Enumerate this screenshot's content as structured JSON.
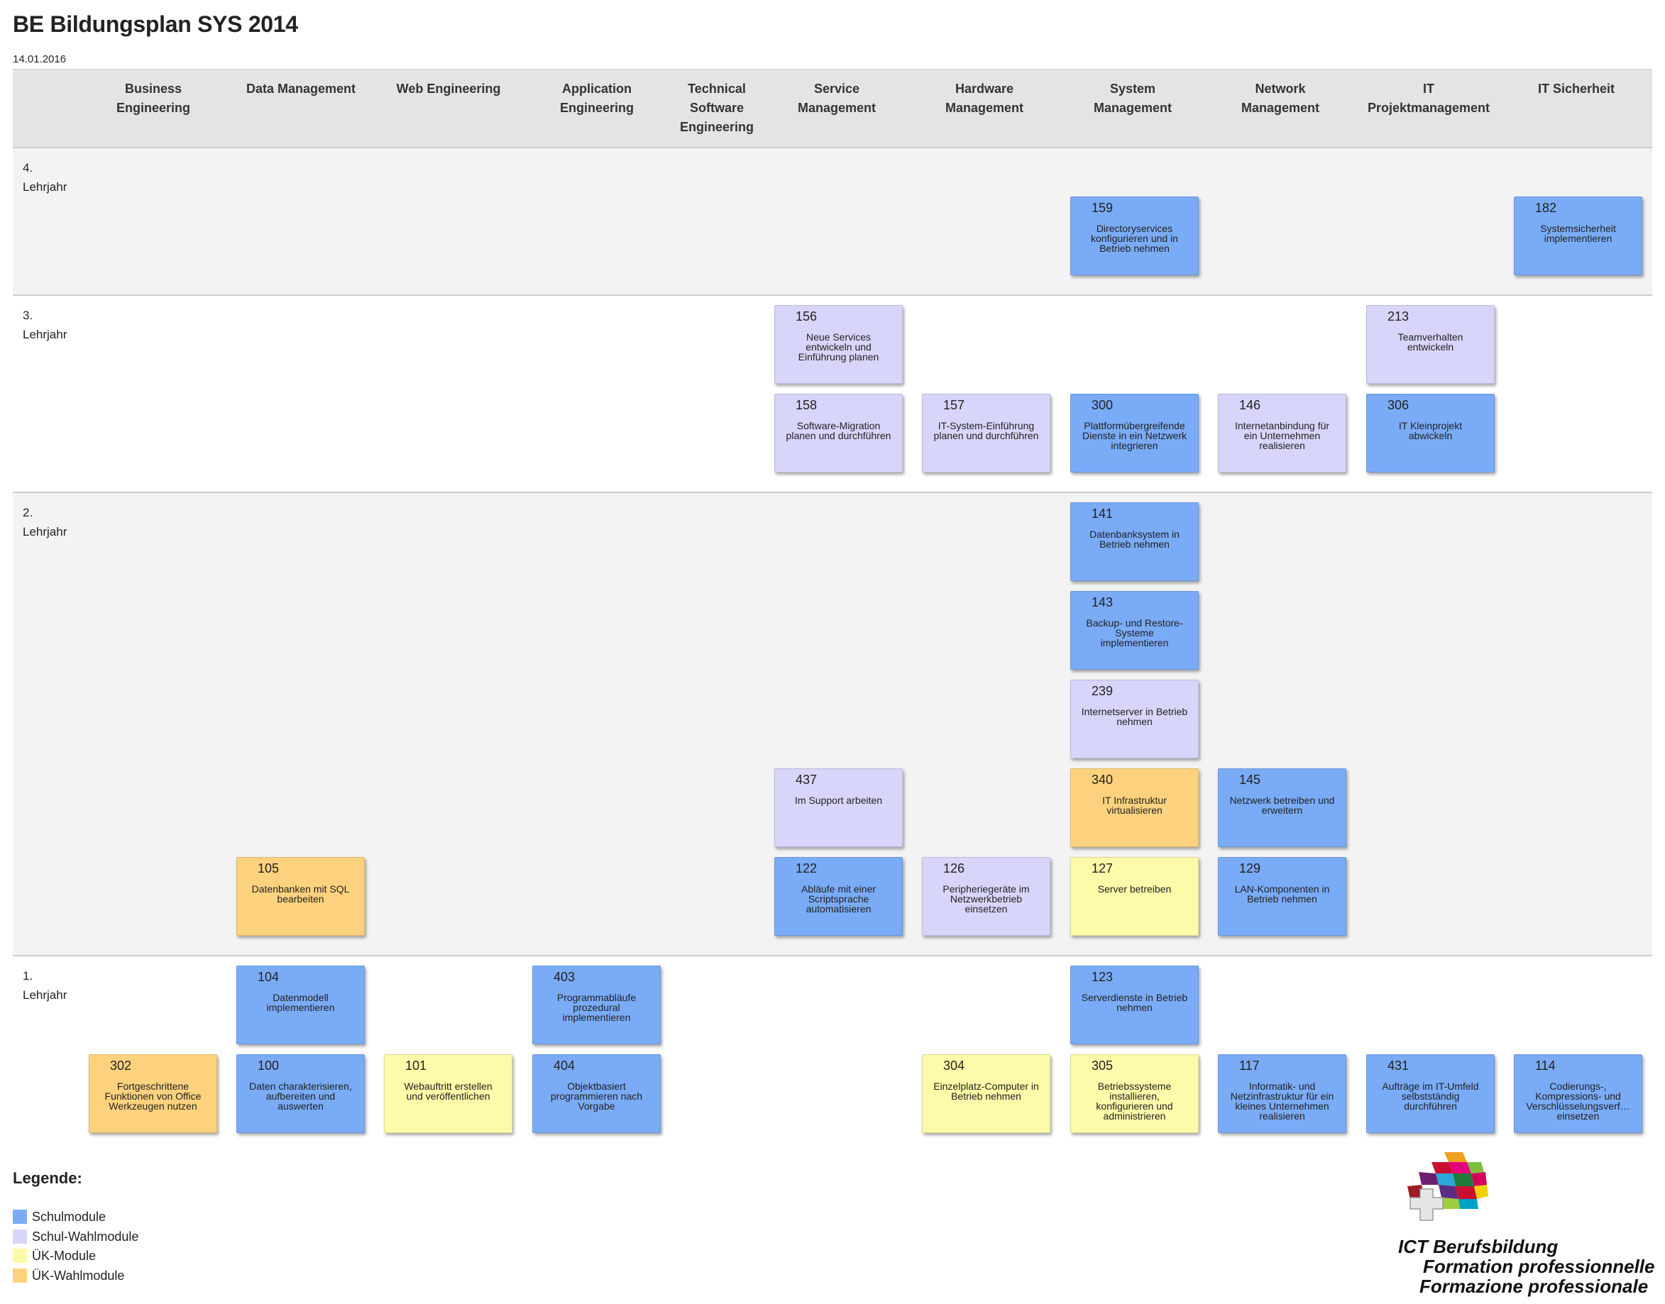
{
  "title": "BE Bildungsplan SYS 2014",
  "date": "14.01.2016",
  "columns": [
    {
      "line1": "Business",
      "line2": "Engineering",
      "line3": ""
    },
    {
      "line1": "Data Management",
      "line2": "",
      "line3": ""
    },
    {
      "line1": "Web Engineering",
      "line2": "",
      "line3": ""
    },
    {
      "line1": "Application",
      "line2": "Engineering",
      "line3": ""
    },
    {
      "line1": "Technical",
      "line2": "Software",
      "line3": "Engineering"
    },
    {
      "line1": "Service",
      "line2": "Management",
      "line3": ""
    },
    {
      "line1": "Hardware",
      "line2": "Management",
      "line3": ""
    },
    {
      "line1": "System",
      "line2": "Management",
      "line3": ""
    },
    {
      "line1": "Network",
      "line2": "Management",
      "line3": ""
    },
    {
      "line1": "IT",
      "line2": "Projektmanagement",
      "line3": ""
    },
    {
      "line1": "IT Sicherheit",
      "line2": "",
      "line3": ""
    }
  ],
  "rows": [
    {
      "line1": "4.",
      "line2": "Lehrjahr"
    },
    {
      "line1": "3.",
      "line2": "Lehrjahr"
    },
    {
      "line1": "2.",
      "line2": "Lehrjahr"
    },
    {
      "line1": "1.",
      "line2": "Lehrjahr"
    }
  ],
  "modules": {
    "m159": {
      "num": "159",
      "l1": "Directoryservices",
      "l2": "konfigurieren und in",
      "l3": "Betrieb nehmen",
      "type": "school"
    },
    "m182": {
      "num": "182",
      "l1": "Systemsicherheit",
      "l2": "implementieren",
      "l3": "",
      "type": "school"
    },
    "m156": {
      "num": "156",
      "l1": "Neue Services",
      "l2": "entwickeln und",
      "l3": "Einführung planen",
      "type": "school-elective"
    },
    "m213": {
      "num": "213",
      "l1": "Teamverhalten",
      "l2": "entwickeln",
      "l3": "",
      "type": "school-elective"
    },
    "m158": {
      "num": "158",
      "l1": "Software-Migration",
      "l2": "planen und durchführen",
      "l3": "",
      "type": "school-elective"
    },
    "m157": {
      "num": "157",
      "l1": "IT-System-Einführung",
      "l2": "planen und durchführen",
      "l3": "",
      "type": "school-elective"
    },
    "m300": {
      "num": "300",
      "l1": "Plattformübergreifende",
      "l2": "Dienste in ein Netzwerk",
      "l3": "integrieren",
      "type": "school"
    },
    "m146": {
      "num": "146",
      "l1": "Internetanbindung für",
      "l2": "ein Unternehmen",
      "l3": "realisieren",
      "type": "school-elective"
    },
    "m306": {
      "num": "306",
      "l1": "IT Kleinprojekt",
      "l2": "abwickeln",
      "l3": "",
      "type": "school"
    },
    "m141": {
      "num": "141",
      "l1": "Datenbanksystem in",
      "l2": "Betrieb nehmen",
      "l3": "",
      "type": "school"
    },
    "m143": {
      "num": "143",
      "l1": "Backup- und Restore-",
      "l2": "Systeme",
      "l3": "implementieren",
      "type": "school"
    },
    "m239": {
      "num": "239",
      "l1": "Internetserver in Betrieb",
      "l2": "nehmen",
      "l3": "",
      "type": "school-elective"
    },
    "m437": {
      "num": "437",
      "l1": "Im Support arbeiten",
      "l2": "",
      "l3": "",
      "type": "school-elective"
    },
    "m340": {
      "num": "340",
      "l1": "IT Infrastruktur",
      "l2": "virtualisieren",
      "l3": "",
      "type": "uek-elective"
    },
    "m145": {
      "num": "145",
      "l1": "Netzwerk betreiben und",
      "l2": "erweitern",
      "l3": "",
      "type": "school"
    },
    "m105": {
      "num": "105",
      "l1": "Datenbanken mit SQL",
      "l2": "bearbeiten",
      "l3": "",
      "type": "uek-elective"
    },
    "m122": {
      "num": "122",
      "l1": "Abläufe mit einer",
      "l2": "Scriptsprache",
      "l3": "automatisieren",
      "type": "school"
    },
    "m126": {
      "num": "126",
      "l1": "Peripheriegeräte im",
      "l2": "Netzwerkbetrieb",
      "l3": "einsetzen",
      "type": "school-elective"
    },
    "m127": {
      "num": "127",
      "l1": "Server betreiben",
      "l2": "",
      "l3": "",
      "type": "uek"
    },
    "m129": {
      "num": "129",
      "l1": "LAN-Komponenten in",
      "l2": "Betrieb nehmen",
      "l3": "",
      "type": "school"
    },
    "m104": {
      "num": "104",
      "l1": "Datenmodell",
      "l2": "implementieren",
      "l3": "",
      "type": "school"
    },
    "m403": {
      "num": "403",
      "l1": "Programmabläufe",
      "l2": "prozedural",
      "l3": "implementieren",
      "type": "school"
    },
    "m123": {
      "num": "123",
      "l1": "Serverdienste in Betrieb",
      "l2": "nehmen",
      "l3": "",
      "type": "school"
    },
    "m302": {
      "num": "302",
      "l1": "Fortgeschrittene",
      "l2": "Funktionen von Office",
      "l3": "Werkzeugen nutzen",
      "type": "uek-elective"
    },
    "m100": {
      "num": "100",
      "l1": "Daten charakterisieren,",
      "l2": "aufbereiten und",
      "l3": "auswerten",
      "type": "school"
    },
    "m101": {
      "num": "101",
      "l1": "Webauftritt erstellen",
      "l2": "und veröffentlichen",
      "l3": "",
      "type": "uek"
    },
    "m404": {
      "num": "404",
      "l1": "Objektbasiert",
      "l2": "programmieren nach",
      "l3": "Vorgabe",
      "type": "school"
    },
    "m304": {
      "num": "304",
      "l1": "Einzelplatz-Computer in",
      "l2": "Betrieb nehmen",
      "l3": "",
      "type": "uek"
    },
    "m305": {
      "num": "305",
      "l1": "Betriebssysteme",
      "l2": "installieren,",
      "l3": "konfigurieren und",
      "l4": "administrieren",
      "type": "uek"
    },
    "m117": {
      "num": "117",
      "l1": "Informatik- und",
      "l2": "Netzinfrastruktur für ein",
      "l3": "kleines Unternehmen",
      "l4": "realisieren",
      "type": "school"
    },
    "m431": {
      "num": "431",
      "l1": "Aufträge im IT-Umfeld",
      "l2": "selbstständig",
      "l3": "durchführen",
      "type": "school"
    },
    "m114": {
      "num": "114",
      "l1": "Codierungs-,",
      "l2": "Kompressions- und",
      "l3": "Verschlüsselungsverf…",
      "l4": "einsetzen",
      "type": "school"
    }
  },
  "legend": {
    "title": "Legende:",
    "items": [
      {
        "label": "Schulmodule",
        "color": "#7aabf6"
      },
      {
        "label": "Schul-Wahlmodule",
        "color": "#d8d5fa"
      },
      {
        "label": "ÜK-Module",
        "color": "#fdfaa9"
      },
      {
        "label": "ÜK-Wahlmodule",
        "color": "#fdd27e"
      }
    ]
  },
  "logo": {
    "line1": "ICT Berufsbildung",
    "line2": "Formation professionnelle",
    "line3": "Formazione professionale"
  },
  "colors": {
    "school": "#7aabf6",
    "school-elective": "#d8d5fa",
    "uek": "#fdfaa9",
    "uek-elective": "#fdd27e",
    "header_bg": "#e4e4e4",
    "row_bg_alt": "#f3f3f3"
  }
}
